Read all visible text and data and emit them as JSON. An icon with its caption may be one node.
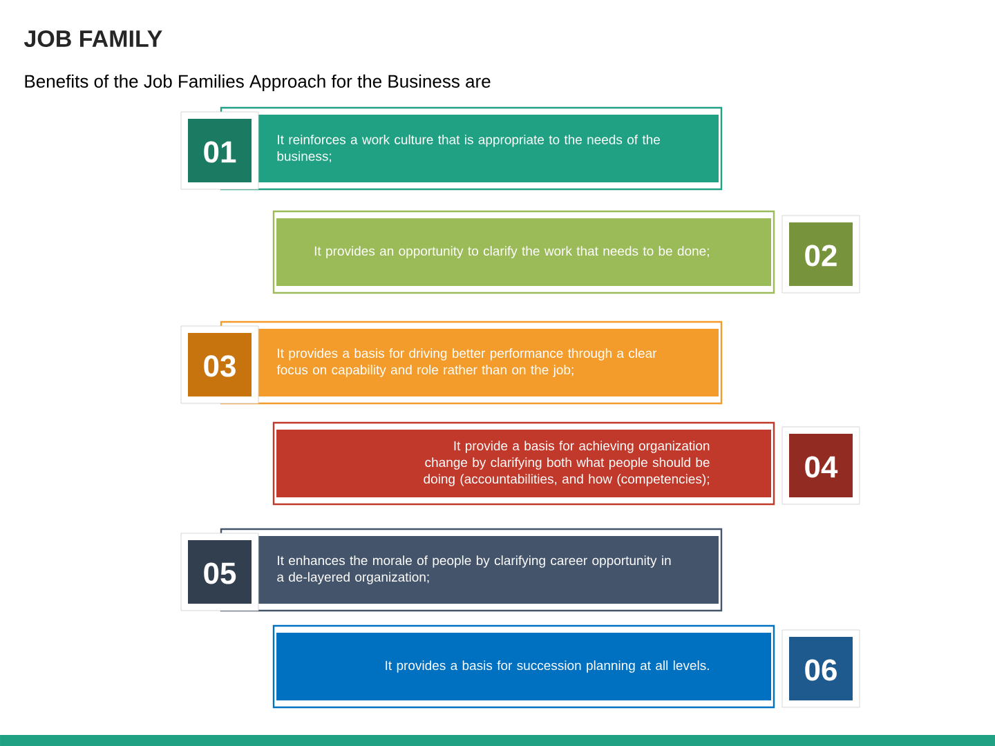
{
  "diagram": {
    "title": "JOB FAMILY",
    "nodes": [
      {
        "text": [
          "01",
          "It reinforces a work culture that is appropriate to the needs of the business;"
        ]
      },
      {
        "text": [
          "It provides an opportunity to clarify the work that needs to be done;",
          "02"
        ]
      },
      {
        "text": [
          "03",
          "It provides a basis for driving better performance through a clear focus on capability and role rather than on the job;"
        ]
      },
      {
        "text": [
          "It provide a basis for achieving organization change by clarifying both what people should be doing (accountabilities, and how (competencies);",
          "04"
        ]
      },
      {
        "text": [
          "05",
          "It enhances the morale of people by clarifying career opportunity in a de-layered organization;"
        ]
      },
      {
        "text": [
          "It provides a basis for succession planning at all levels.",
          "06"
        ]
      }
    ],
    "labels": [
      "Benefits of the Job Families Approach for the Business are"
    ]
  }
}
